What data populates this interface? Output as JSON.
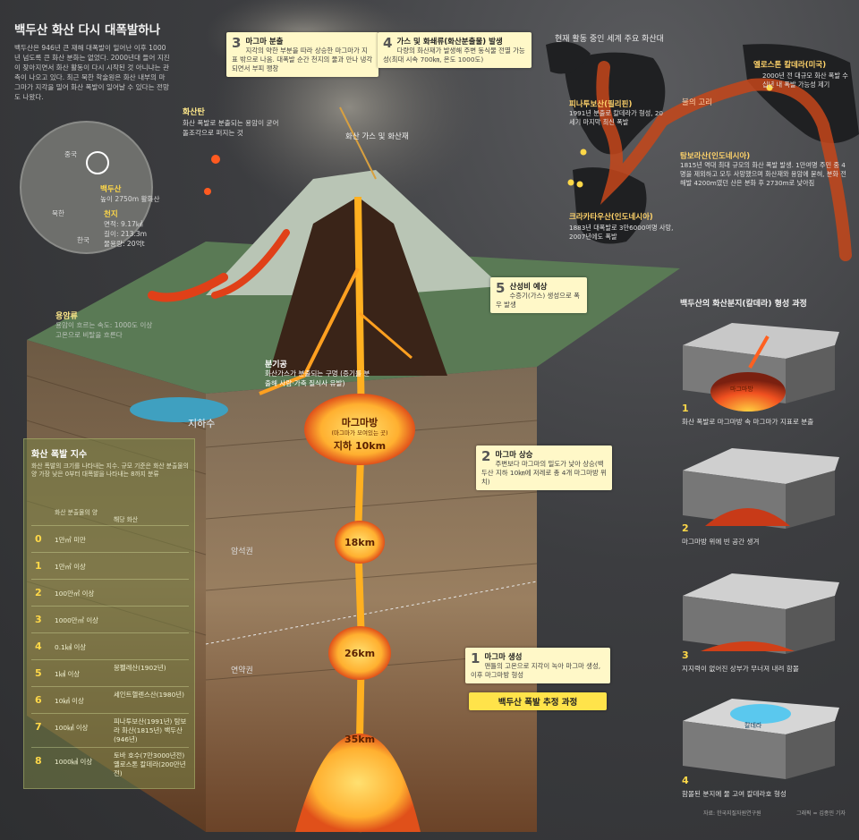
{
  "title": "백두산 화산 다시 대폭발하나",
  "intro": "백두산은 946년 큰 재해 대폭발이 일어난 이후 1000년 넘도록 큰 화산 분화는 없었다. 2000년대 들어 지진이 잦아지면서 화산 활동이 다시 시작된 것 아니냐는 관측이 나오고 있다. 최근 북한 학술원은 화산 내부의 마그마가 지각을 밀어 화산 폭발이 일어날 수 있다는 전망도 나왔다.",
  "inset_map": {
    "labels": [
      "중국",
      "북한",
      "한국"
    ],
    "peak_title": "백두산",
    "peak_desc": "높이 2750m 활화산",
    "lake_title": "천지",
    "lake_stats": [
      "면적: 9.17㎢",
      "길이: 213.3m",
      "물용량: 20억t"
    ]
  },
  "labels": {
    "bomb_title": "화산탄",
    "bomb_desc": "화산 폭발로 분출되는 용암이 굳어 돌조각으로 퍼지는 것",
    "lava_title": "용암류",
    "lava_desc": "용암이 흐르는 속도: 1000도 이상 고온으로 비탈을 흐른다",
    "gas_label": "화산 가스 및 화산재",
    "fumarole_title": "분기공",
    "fumarole_desc": "화산가스가 분출되는 구멍 (증기를 분출해 사람·가축 질식사 유발)",
    "groundwater": "지하수",
    "lithosphere": "암석권",
    "asthenosphere": "연약권",
    "chamber_title": "마그마방",
    "chamber_sub": "(마그마가 모여있는 곳)",
    "chamber_depth": "지하 10km",
    "depth_18": "18km",
    "depth_26": "26km",
    "depth_35": "35km",
    "estimate_banner": "백두산 폭발 추정 과정"
  },
  "callouts": [
    {
      "num": "3",
      "title": "마그마 분출",
      "text": "지각의 약한 부분을 따라 상승한 마그마가 지표 밖으로 나옴. 대폭발 순간 천지의 물과 만나 냉각되면서 부피 팽창"
    },
    {
      "num": "4",
      "title": "가스 및 화쇄류(화산분출물) 발생",
      "text": "다량의 화산재가 발생해 주변 동식물 전멸 가능성(최대 시속 700㎞, 온도 1000도)"
    },
    {
      "num": "5",
      "title": "산성비 예상",
      "text": "수증기(가스) 생성으로 폭우 발생"
    },
    {
      "num": "2",
      "title": "마그마 상승",
      "text": "주변보다 마그마의 밀도가 낮아 상승(백두산 지하 10㎞에 저레로 총 4개 마그마방 위치)"
    },
    {
      "num": "1",
      "title": "마그마 생성",
      "text": "맨틀의 고온으로 지각이 녹아 마그마 생성, 이후 마그마방 형성"
    }
  ],
  "world": {
    "title": "현재 활동 중인 세계 주요 화산대",
    "ring": "불의 고리",
    "volcanoes": [
      {
        "name": "피나투보산(필리핀)",
        "desc": "1991년 분출로 칼데라가 형성, 20세기 마지막 최신 폭발"
      },
      {
        "name": "옐로스톤 칼데라(미국)",
        "desc": "2000년 전 대규모 화산 폭발 수십년 내 폭발 가능성 제기"
      },
      {
        "name": "탐보라산(인도네시아)",
        "desc": "1815년 역대 최대 규모의 화산 폭발 발생. 1만여명 주민 중 4명을 제외하고 모두 사망했으며 화산재와 용암에 묻혀, 분화 전 해발 4200m였던 산은 분화 후 2730m로 낮아짐"
      },
      {
        "name": "크라카타우산(인도네시아)",
        "desc": "1883년 대폭발로 3만6000여명 사망, 2007년에도 폭발"
      }
    ]
  },
  "index": {
    "title": "화산 폭발 지수",
    "desc": "화산 폭발의 크기를 나타내는 지수. 규모 기준은 화산 분출물의 양 가장 낮은 0부터 대폭발을 나타내는 8까지 분류",
    "head": [
      "화산 분출물의 양",
      "해당 화산"
    ],
    "rows": [
      {
        "n": "0",
        "v": "1만㎥ 미만",
        "e": ""
      },
      {
        "n": "1",
        "v": "1만㎥ 이상",
        "e": ""
      },
      {
        "n": "2",
        "v": "100만㎥ 이상",
        "e": ""
      },
      {
        "n": "3",
        "v": "1000만㎥ 이상",
        "e": ""
      },
      {
        "n": "4",
        "v": "0.1㎦ 이상",
        "e": ""
      },
      {
        "n": "5",
        "v": "1㎦ 이상",
        "e": "몽펠레산(1902년)"
      },
      {
        "n": "6",
        "v": "10㎦ 이상",
        "e": "세인트헬렌스산(1980년)"
      },
      {
        "n": "7",
        "v": "100㎦ 이상",
        "e": "피나투보산(1991년) 탐보라 화산(1815년) 백두산(946년)"
      },
      {
        "n": "8",
        "v": "1000㎦ 이상",
        "e": "토바 호수(7만3000년전) 옐로스톤 칼데라(200만년 전)"
      }
    ]
  },
  "caldera": {
    "title": "백두산의 화산분지(칼데라) 형성 과정",
    "chamber_label": "마그마방",
    "lake_label": "칼데라",
    "steps": [
      {
        "n": "1",
        "text": "화산 폭발로 마그마방 속 마그마가 지표로 분출"
      },
      {
        "n": "2",
        "text": "마그마방 위에 빈 공간 생겨"
      },
      {
        "n": "3",
        "text": "지지력이 없어진 상부가 무너져 내려 함몰"
      },
      {
        "n": "4",
        "text": "함몰된 분지에 물 고여 칼데라호 형성"
      }
    ]
  },
  "credits": {
    "source": "자료: 한국지질자원연구원",
    "graphic": "그래픽 = 김종민 기자"
  }
}
